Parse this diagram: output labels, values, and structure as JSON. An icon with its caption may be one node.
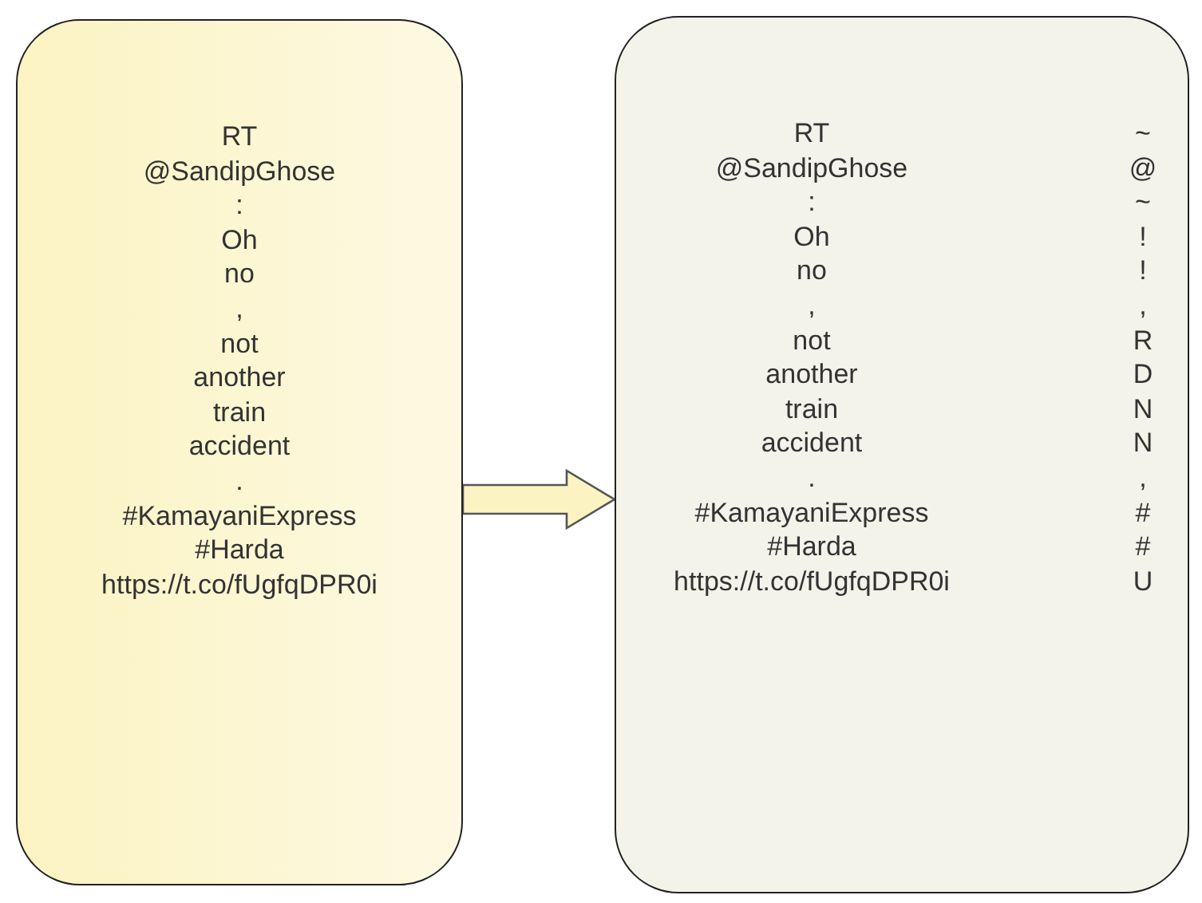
{
  "diagram": {
    "nodes": [
      {
        "text": [
          "RT",
          "@SandipGhose",
          ":",
          "Oh",
          "no",
          ",",
          "not",
          "another",
          "train",
          "accident",
          ".",
          "#KamayaniExpress",
          "#Harda",
          "https://t.co/fUgfqDPR0i"
        ]
      },
      {
        "text": [
          "RT",
          "~",
          "@SandipGhose",
          "@",
          ":",
          "~",
          "Oh",
          "!",
          "no",
          "!",
          ",",
          ",",
          "not",
          "R",
          "another",
          "D",
          "train",
          "N",
          "accident",
          "N",
          ".",
          ",",
          "#KamayaniExpress",
          "#",
          "#Harda",
          "#",
          "https://t.co/fUgfqDPR0i",
          "U"
        ]
      }
    ],
    "edges": [
      {
        "from": 0,
        "to": 1,
        "arrow": "to"
      }
    ]
  }
}
